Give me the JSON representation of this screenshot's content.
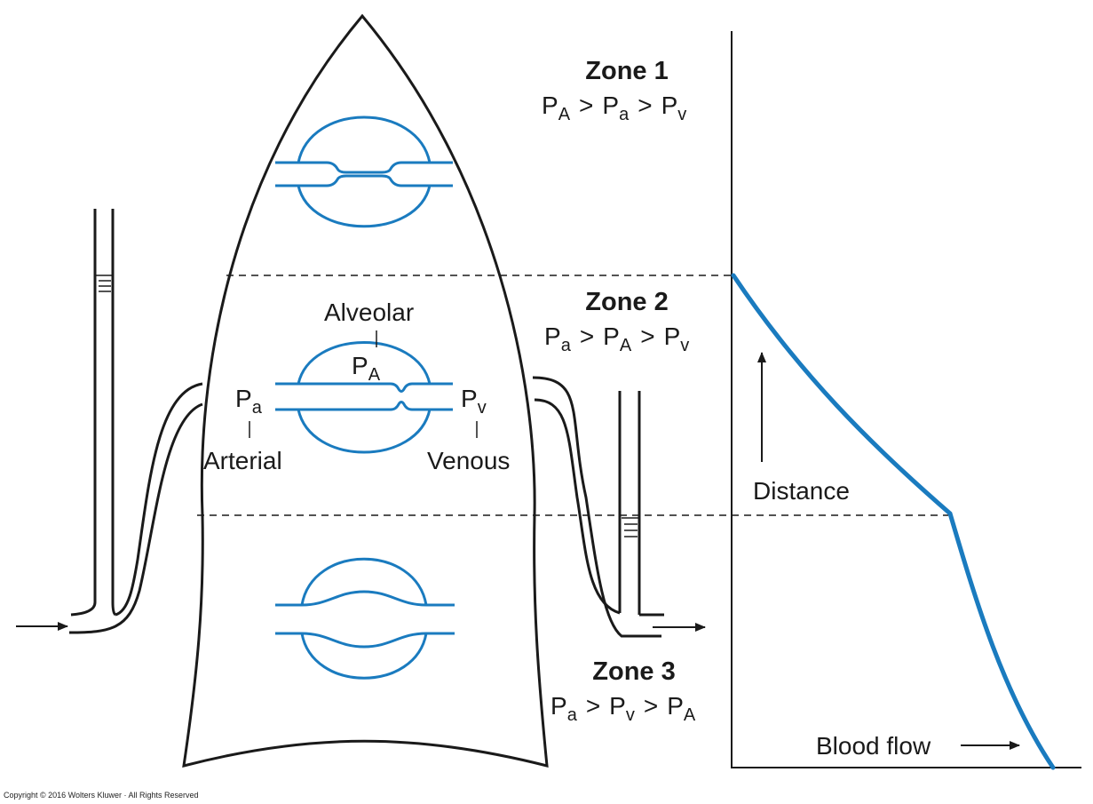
{
  "colors": {
    "ink": "#1a1a1a",
    "vessel": "#1a7bbf",
    "flow_curve": "#1a7bbf"
  },
  "zones": [
    {
      "title": "Zone 1",
      "p1": "A",
      "p2": "a",
      "p3": "v"
    },
    {
      "title": "Zone 2",
      "p1": "a",
      "p2": "A",
      "p3": "v"
    },
    {
      "title": "Zone 3",
      "p1": "a",
      "p2": "v",
      "p3": "A"
    }
  ],
  "symbols": {
    "pressure": "P",
    "greater_than": ">"
  },
  "labels": {
    "alveolar": "Alveolar",
    "arterial": "Arterial",
    "venous": "Venous",
    "alveolar_pressure_sub": "A",
    "arterial_pressure_sub": "a",
    "venous_pressure_sub": "v"
  },
  "graph": {
    "y_axis_label": "Distance",
    "x_axis_label": "Blood flow"
  },
  "copyright": "Copyright © 2016 Wolters Kluwer · All Rights Reserved"
}
